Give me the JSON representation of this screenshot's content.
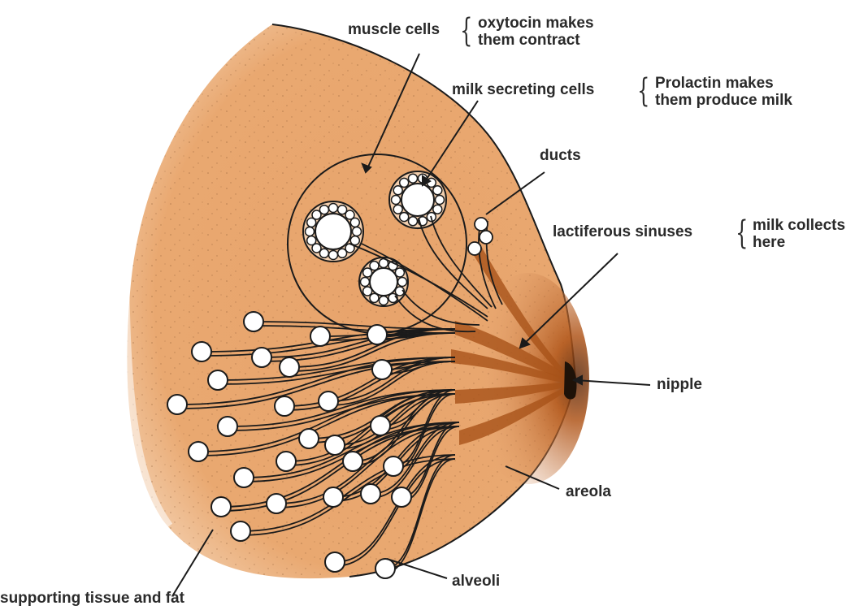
{
  "labels": {
    "muscle_cells": "muscle cells",
    "muscle_cells_note_1": "oxytocin makes",
    "muscle_cells_note_2": "them contract",
    "milk_secreting_cells": "milk secreting cells",
    "milk_secreting_note_1": "Prolactin makes",
    "milk_secreting_note_2": "them produce milk",
    "ducts": "ducts",
    "lactiferous_sinuses": "lactiferous sinuses",
    "lactiferous_note_1": "milk collects",
    "lactiferous_note_2": "here",
    "nipple": "nipple",
    "areola": "areola",
    "alveoli": "alveoli",
    "supporting_tissue": "supporting tissue and fat"
  },
  "colors": {
    "tissue": "#e7a36d",
    "tissue_dark": "#c86f2f",
    "areola": "#b65a1e",
    "outline": "#1b1b1b",
    "text": "#2a2a2a"
  }
}
